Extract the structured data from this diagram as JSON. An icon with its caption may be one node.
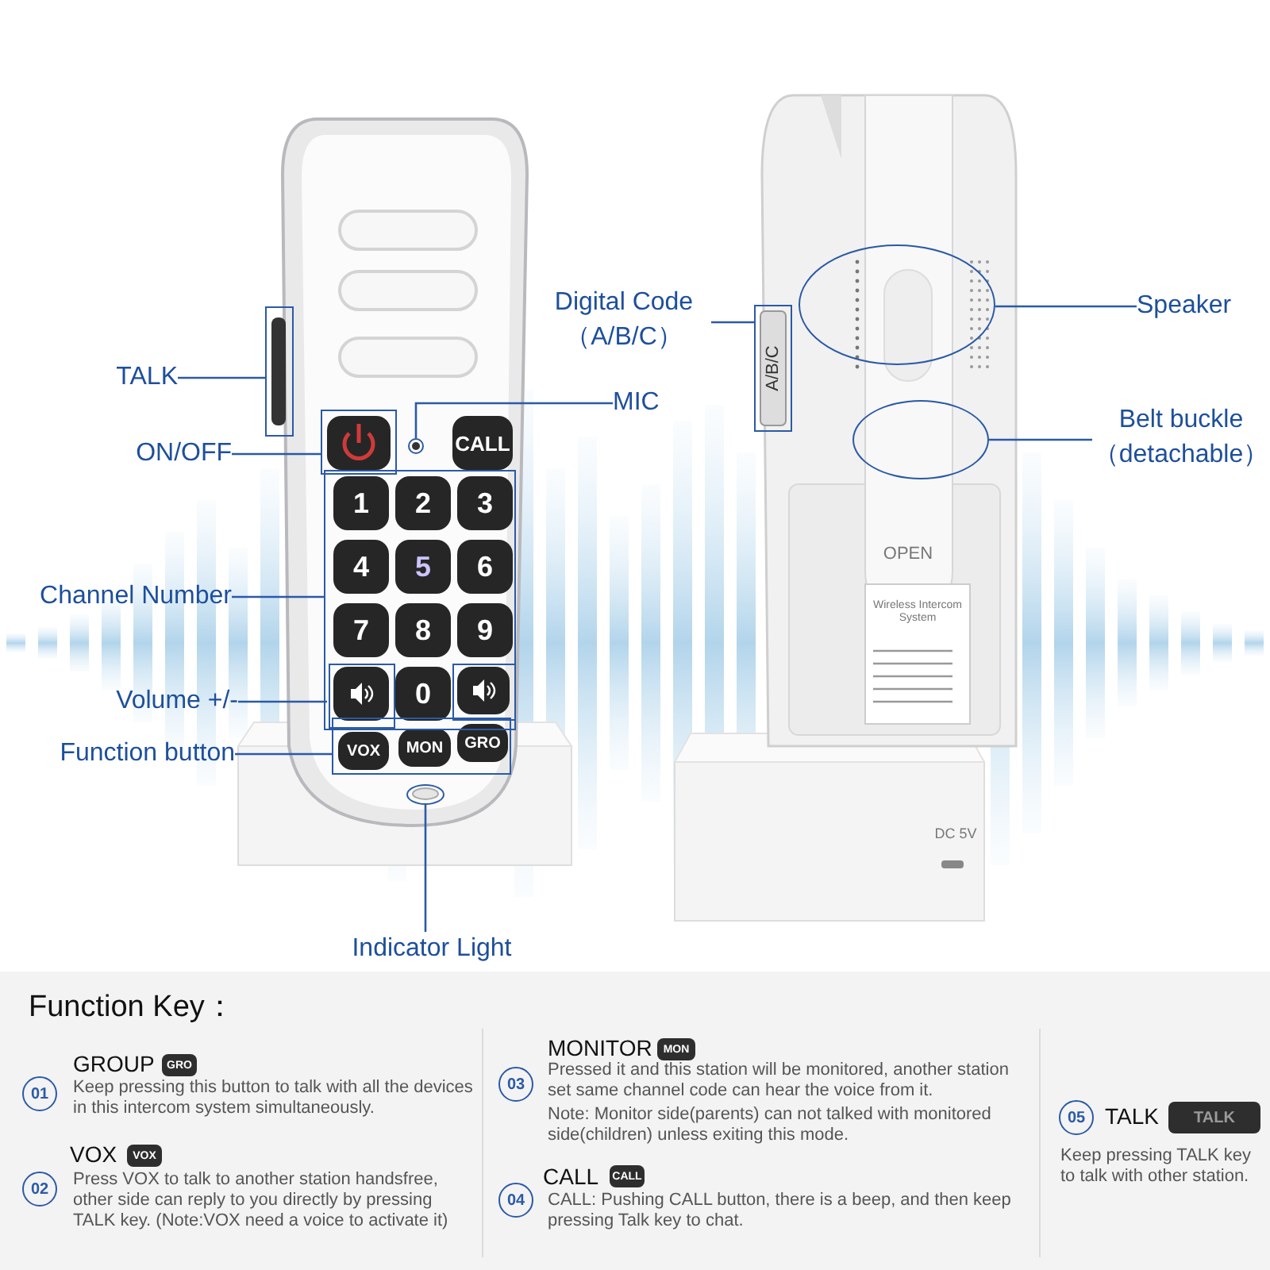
{
  "diagram": {
    "nodes": [
      {
        "text": [
          "TALK"
        ]
      },
      {
        "text": [],
        "shape": "box"
      },
      {
        "text": [
          "ON/OFF"
        ]
      },
      {
        "text": [],
        "shape": "box"
      },
      {
        "text": [
          "MIC"
        ]
      },
      {
        "text": [],
        "shape": "circle"
      },
      {
        "text": [
          "Channel Number"
        ]
      },
      {
        "text": [],
        "shape": "box"
      },
      {
        "text": [
          "Volume +/-"
        ]
      },
      {
        "text": [],
        "shape": "box",
        "in": 7
      },
      {
        "text": [],
        "shape": "box",
        "in": 7
      },
      {
        "text": [
          "Function button"
        ]
      },
      {
        "text": [],
        "shape": "box"
      },
      {
        "text": [
          "Indicator Light"
        ]
      },
      {
        "text": [],
        "shape": "circle"
      },
      {
        "text": [
          "Digital Code （A/B/C）"
        ]
      },
      {
        "text": [],
        "shape": "box"
      },
      {
        "text": [
          "Speaker"
        ]
      },
      {
        "text": [],
        "shape": "circle"
      },
      {
        "text": [
          "Belt buckle （detachable）"
        ]
      },
      {
        "text": [],
        "shape": "circle"
      }
    ],
    "edges": [
      {
        "from": 0,
        "to": 1,
        "arrow": "none"
      },
      {
        "from": 2,
        "to": 3,
        "arrow": "none"
      },
      {
        "from": 4,
        "to": 5,
        "arrow": "none"
      },
      {
        "from": 6,
        "to": 7,
        "arrow": "none"
      },
      {
        "from": 8,
        "to": 9,
        "arrow": "none"
      },
      {
        "from": 11,
        "to": 12,
        "arrow": "none"
      },
      {
        "from": 13,
        "to": 14,
        "arrow": "none"
      },
      {
        "from": 15,
        "to": 16,
        "arrow": "none"
      },
      {
        "from": 17,
        "to": 18,
        "arrow": "none"
      },
      {
        "from": 19,
        "to": 20,
        "arrow": "none"
      }
    ],
    "labels": [
      "CALL",
      "1",
      "2",
      "3",
      "4",
      "5",
      "6",
      "7",
      "8",
      "9",
      "0",
      "VOX",
      "MON",
      "GRO",
      "A/B/C",
      "OPEN",
      "Wireless Intercom System",
      "DC 5V",
      "Function Key：",
      "01",
      "GROUP",
      "GRO",
      "Keep pressing this button to talk with all the devices in this intercom system simultaneously.",
      "02",
      "VOX",
      "VOX",
      "Press VOX to talk to another station handsfree, other side can reply to you directly by pressing TALK key. (Note:VOX need a voice to activate it)",
      "03",
      "MONITOR",
      "MON",
      "Pressed it and this station will be monitored, another station set same channel code can hear the voice from it.",
      "Note: Monitor side(parents) can not talked with monitored side(children) unless exiting this mode.",
      "04",
      "CALL",
      "CALL",
      "CALL: Pushing CALL button, there is a beep, and then keep pressing Talk key to chat.",
      "05",
      "TALK",
      "TALK",
      "Keep pressing TALK key to talk with other station."
    ]
  }
}
